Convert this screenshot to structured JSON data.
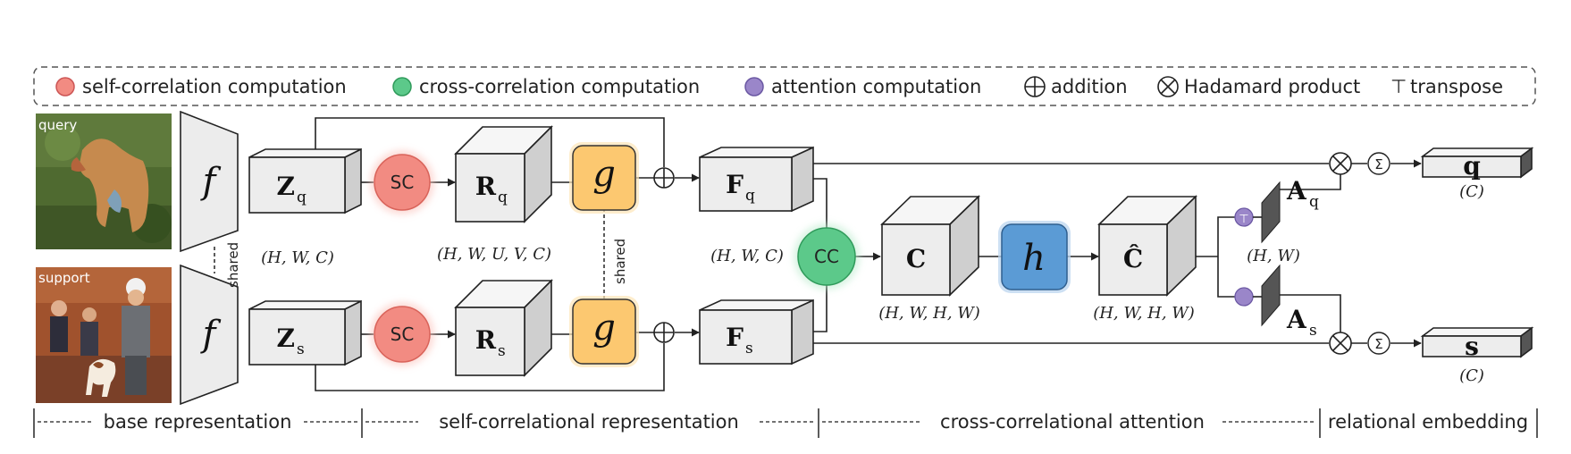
{
  "legend": {
    "items": [
      {
        "symbol": "circle",
        "color": "#f28b82",
        "label": "self-correlation computation"
      },
      {
        "symbol": "circle",
        "color": "#5cc98a",
        "label": "cross-correlation computation"
      },
      {
        "symbol": "circle",
        "color": "#9a86c9",
        "label": "attention computation"
      },
      {
        "symbol": "oplus",
        "label": "addition"
      },
      {
        "symbol": "otimes",
        "label": "Hadamard product"
      },
      {
        "symbol": "transpose",
        "glyph": "⊤",
        "label": "transpose"
      }
    ]
  },
  "images": {
    "query_label": "query",
    "support_label": "support"
  },
  "backbone": {
    "label": "f",
    "shared_label": "shared"
  },
  "tensors": {
    "zq": {
      "main": "Z",
      "sub": "q"
    },
    "zs": {
      "main": "Z",
      "sub": "s"
    },
    "rq": {
      "main": "R",
      "sub": "q"
    },
    "rs": {
      "main": "R",
      "sub": "s"
    },
    "fq": {
      "main": "F",
      "sub": "q"
    },
    "fs": {
      "main": "F",
      "sub": "s"
    },
    "c": {
      "main": "C"
    },
    "chat": {
      "main": "Ĉ"
    },
    "aq": {
      "main": "A",
      "sub": "q"
    },
    "as": {
      "main": "A",
      "sub": "s"
    },
    "q": {
      "main": "q"
    },
    "s": {
      "main": "s"
    }
  },
  "operators": {
    "sc": "SC",
    "cc": "CC",
    "g": "g",
    "h": "h",
    "sum": "Σ",
    "transpose": "⊤"
  },
  "shapes": {
    "z": "(H, W, C)",
    "r": "(H, W, U, V, C)",
    "f": "(H, W, C)",
    "c": "(H, W, H, W)",
    "chat": "(H, W, H, W)",
    "a": "(H, W)",
    "q": "(C)",
    "s": "(C)"
  },
  "g_shared_label": "shared",
  "stages": [
    "base representation",
    "self-correlational representation",
    "cross-correlational attention",
    "relational embedding"
  ],
  "colors": {
    "sc": "#f28b82",
    "cc": "#5cc98a",
    "attention": "#9a86c9",
    "g": "#fcc870",
    "h": "#5b9bd5",
    "cube_front": "#ededed",
    "cube_side": "#cfcfcf"
  }
}
